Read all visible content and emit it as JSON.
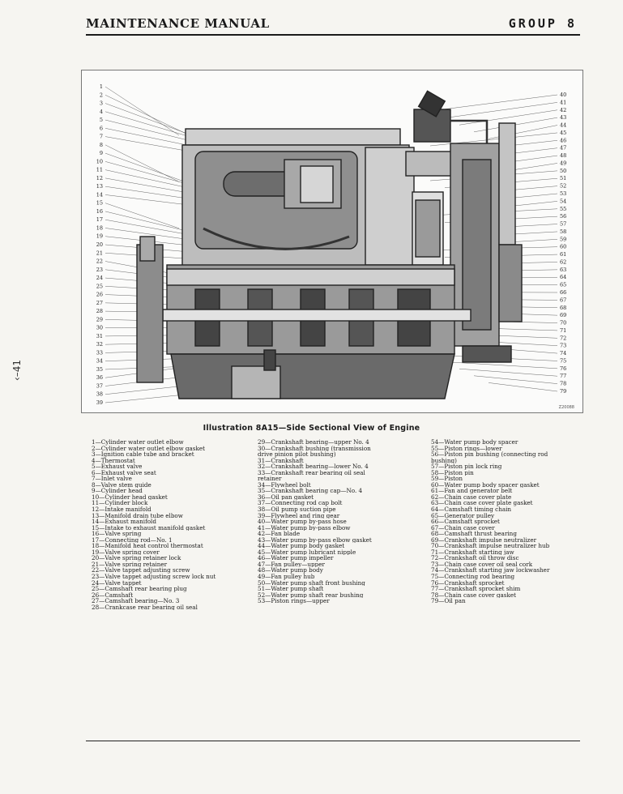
{
  "header": {
    "title": "MAINTENANCE MANUAL",
    "group": "GROUP 8"
  },
  "side_page_number": "‹–41",
  "figure": {
    "code": "Z20088",
    "left_callouts": [
      "1",
      "2",
      "3",
      "4",
      "5",
      "6",
      "7",
      "8",
      "9",
      "10",
      "11",
      "12",
      "13",
      "14",
      "15",
      "16",
      "17",
      "18",
      "19",
      "20",
      "21",
      "22",
      "23",
      "24",
      "25",
      "26",
      "27",
      "28",
      "29",
      "30",
      "31",
      "32",
      "33",
      "34",
      "35",
      "36",
      "37",
      "38",
      "39"
    ],
    "right_callouts": [
      "40",
      "41",
      "42",
      "43",
      "44",
      "45",
      "46",
      "47",
      "48",
      "49",
      "50",
      "51",
      "52",
      "53",
      "54",
      "55",
      "56",
      "57",
      "58",
      "59",
      "60",
      "61",
      "62",
      "63",
      "64",
      "65",
      "66",
      "67",
      "68",
      "69",
      "70",
      "71",
      "72",
      "73",
      "74",
      "75",
      "76",
      "77",
      "78",
      "79"
    ]
  },
  "caption": "Illustration 8A15—Side Sectional View of Engine",
  "legend": {
    "column1": [
      "1—Cylinder water outlet elbow",
      "2—Cylinder water outlet elbow gasket",
      "3—Ignition cable tube and bracket",
      "4—Thermostat",
      "5—Exhaust valve",
      "6—Exhaust valve seat",
      "7—Inlet valve",
      "8—Valve stem guide",
      "9—Cylinder head",
      "10—Cylinder head gasket",
      "11—Cylinder block",
      "12—Intake manifold",
      "13—Manifold drain tube elbow",
      "14—Exhaust manifold",
      "15—Intake to exhaust manifold gasket",
      "16—Valve spring",
      "17—Connecting rod—No. 1",
      "18—Manifold heat control thermostat",
      "19—Valve spring cover",
      "20—Valve spring retainer lock",
      "21—Valve spring retainer",
      "22—Valve tappet adjusting screw",
      "23—Valve tappet adjusting screw lock nut",
      "24—Valve tappet",
      "25—Camshaft rear bearing plug",
      "26—Camshaft",
      "27—Camshaft bearing—No. 3",
      "28—Crankcase rear bearing oil seal"
    ],
    "column2": [
      "29—Crankshaft bearing—upper No. 4",
      "30—Crankshaft bushing (transmission",
      "drive pinion pilot bushing)",
      "31—Crankshaft",
      "32—Crankshaft bearing—lower No. 4",
      "33—Crankshaft rear bearing oil seal",
      "retainer",
      "34—Flywheel bolt",
      "35—Crankshaft bearing cap—No. 4",
      "36—Oil pan gasket",
      "37—Connecting rod cap bolt",
      "38—Oil pump suction pipe",
      "39—Flywheel and ring gear",
      "40—Water pump by-pass hose",
      "41—Water pump by-pass elbow",
      "42—Fan blade",
      "43—Water pump by-pass elbow gasket",
      "44—Water pump body gasket",
      "45—Water pump lubricant nipple",
      "46—Water pump impeller",
      "47—Fan pulley—upper",
      "48—Water pump body",
      "49—Fan pulley hub",
      "50—Water pump shaft front bushing",
      "51—Water pump shaft",
      "52—Water pump shaft rear bushing",
      "53—Piston rings—upper"
    ],
    "column3": [
      "54—Water pump body spacer",
      "55—Piston rings—lower",
      "56—Piston pin bushing (connecting rod",
      "bushing)",
      "57—Piston pin lock ring",
      "58—Piston pin",
      "59—Piston",
      "60—Water pump body spacer gasket",
      "61—Fan and generator belt",
      "62—Chain case cover plate",
      "63—Chain case cover plate gasket",
      "64—Camshaft timing chain",
      "65—Generator pulley",
      "66—Camshaft sprocket",
      "67—Chain case cover",
      "68—Camshaft thrust bearing",
      "69—Crankshaft impulse neutralizer",
      "70—Crankshaft impulse neutralizer hub",
      "71—Crankshaft starting jaw",
      "72—Crankshaft oil throw disc",
      "73—Chain case cover oil seal cork",
      "74—Crankshaft starting jaw lockwasher",
      "75—Connecting rod bearing",
      "76—Crankshaft sprocket",
      "77—Crankshaft sprocket shim",
      "78—Chain case cover gasket",
      "79—Oil pan"
    ]
  }
}
